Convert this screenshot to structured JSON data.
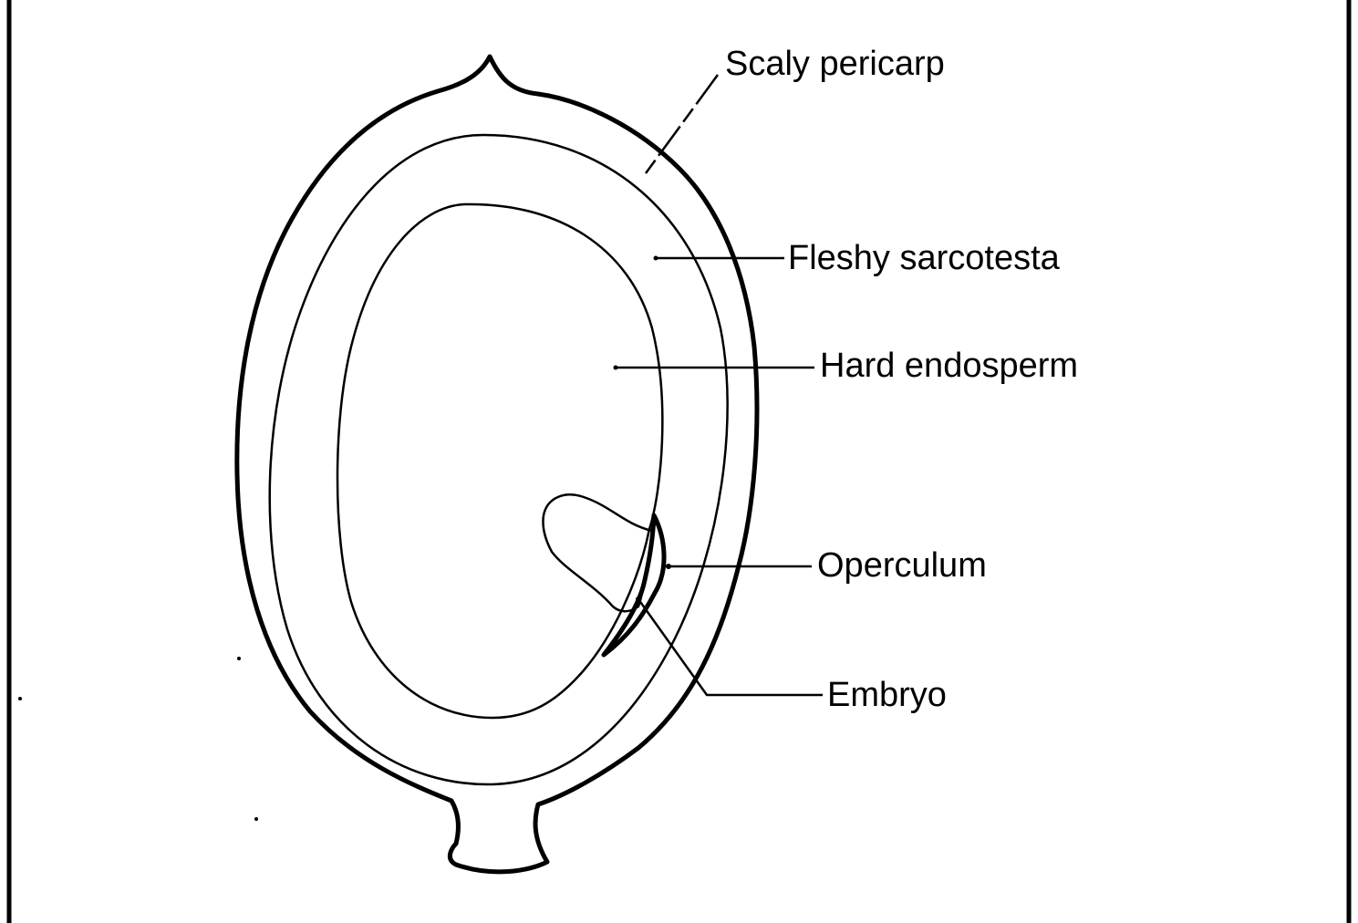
{
  "labels": {
    "scaly_pericarp": "Scaly pericarp",
    "fleshy_sarcotesta": "Fleshy sarcotesta",
    "hard_endosperm": "Hard endosperm",
    "operculum": "Operculum",
    "embryo": "Embryo"
  },
  "colors": {
    "line": "#000000",
    "background": "#ffffff"
  }
}
